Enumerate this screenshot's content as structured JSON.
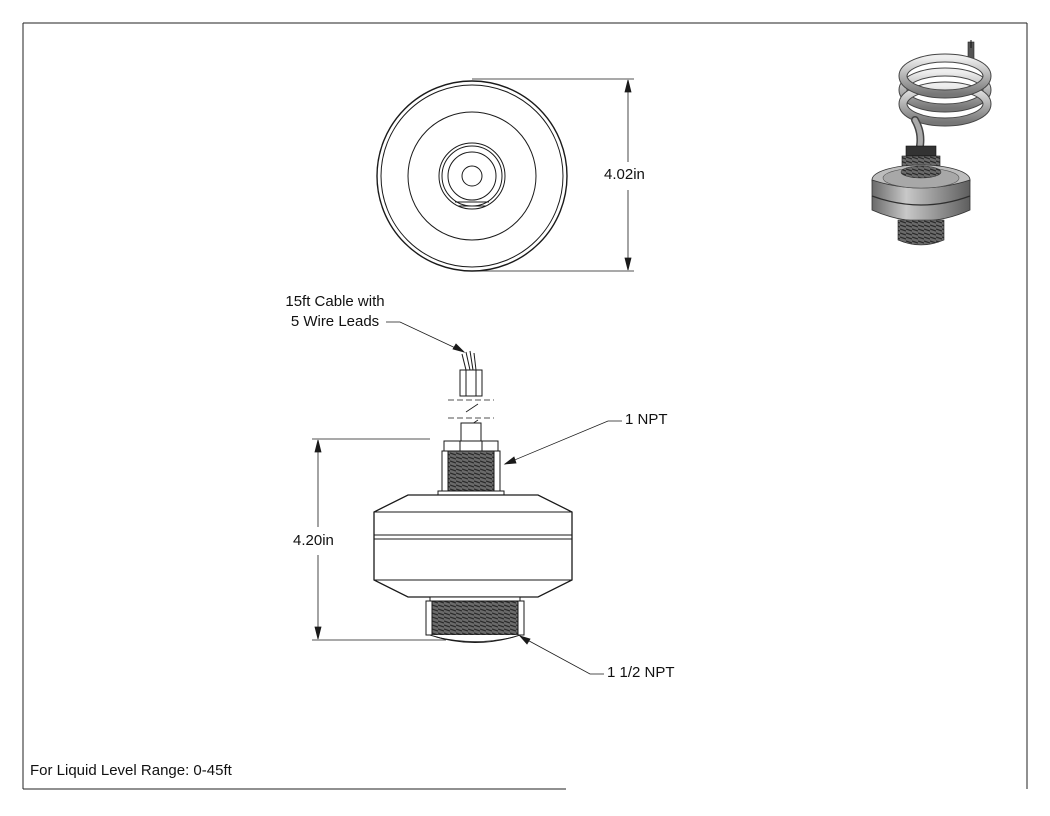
{
  "drawing": {
    "top_view": {
      "dimension_label": "4.02in"
    },
    "side_view": {
      "dimension_label": "4.20in"
    },
    "callouts": {
      "cable_line1": "15ft Cable with",
      "cable_line2": "5 Wire Leads",
      "top_thread": "1 NPT",
      "bottom_thread": "1 1/2 NPT"
    },
    "footer_note": "For Liquid Level Range: 0-45ft"
  },
  "colors": {
    "line": "#1a1a1a",
    "thread_fill": "#555555",
    "body_shade": "#9a9a9a",
    "body_dark": "#6e6e6e"
  }
}
